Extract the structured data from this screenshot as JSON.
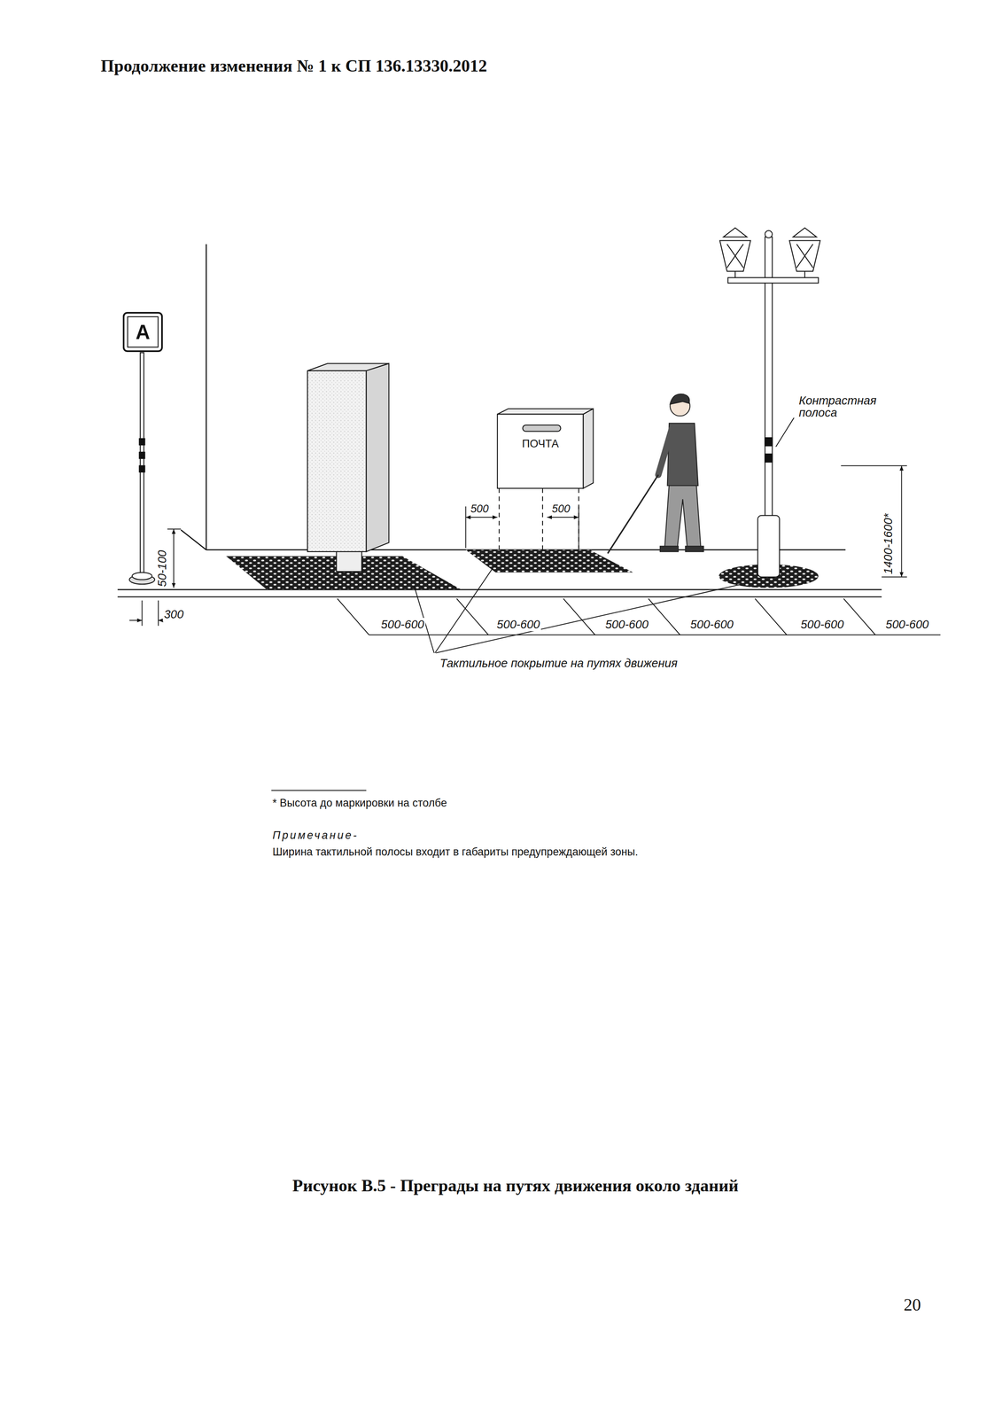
{
  "diagram": {
    "caption": "Рисунок В.5 - Преграды на путях движения около зданий",
    "nodes": [
      {
        "text": [
          "A"
        ]
      },
      {
        "text": [
          "ПОЧТА"
        ]
      }
    ],
    "labels": [
      "Продолжение изменения № 1 к СП 136.13330.2012",
      "Контрастная полоса",
      "1400-1600*",
      "50-100",
      "300",
      "500",
      "500",
      "500-600",
      "500-600",
      "500-600",
      "500-600",
      "500-600",
      "500-600",
      "Тактильное покрытие на путях движения",
      "* Высота до маркировки на столбе",
      "Примечание-",
      "Ширина тактильной полосы входит в габариты предупреждающей зоны.",
      "20"
    ]
  }
}
